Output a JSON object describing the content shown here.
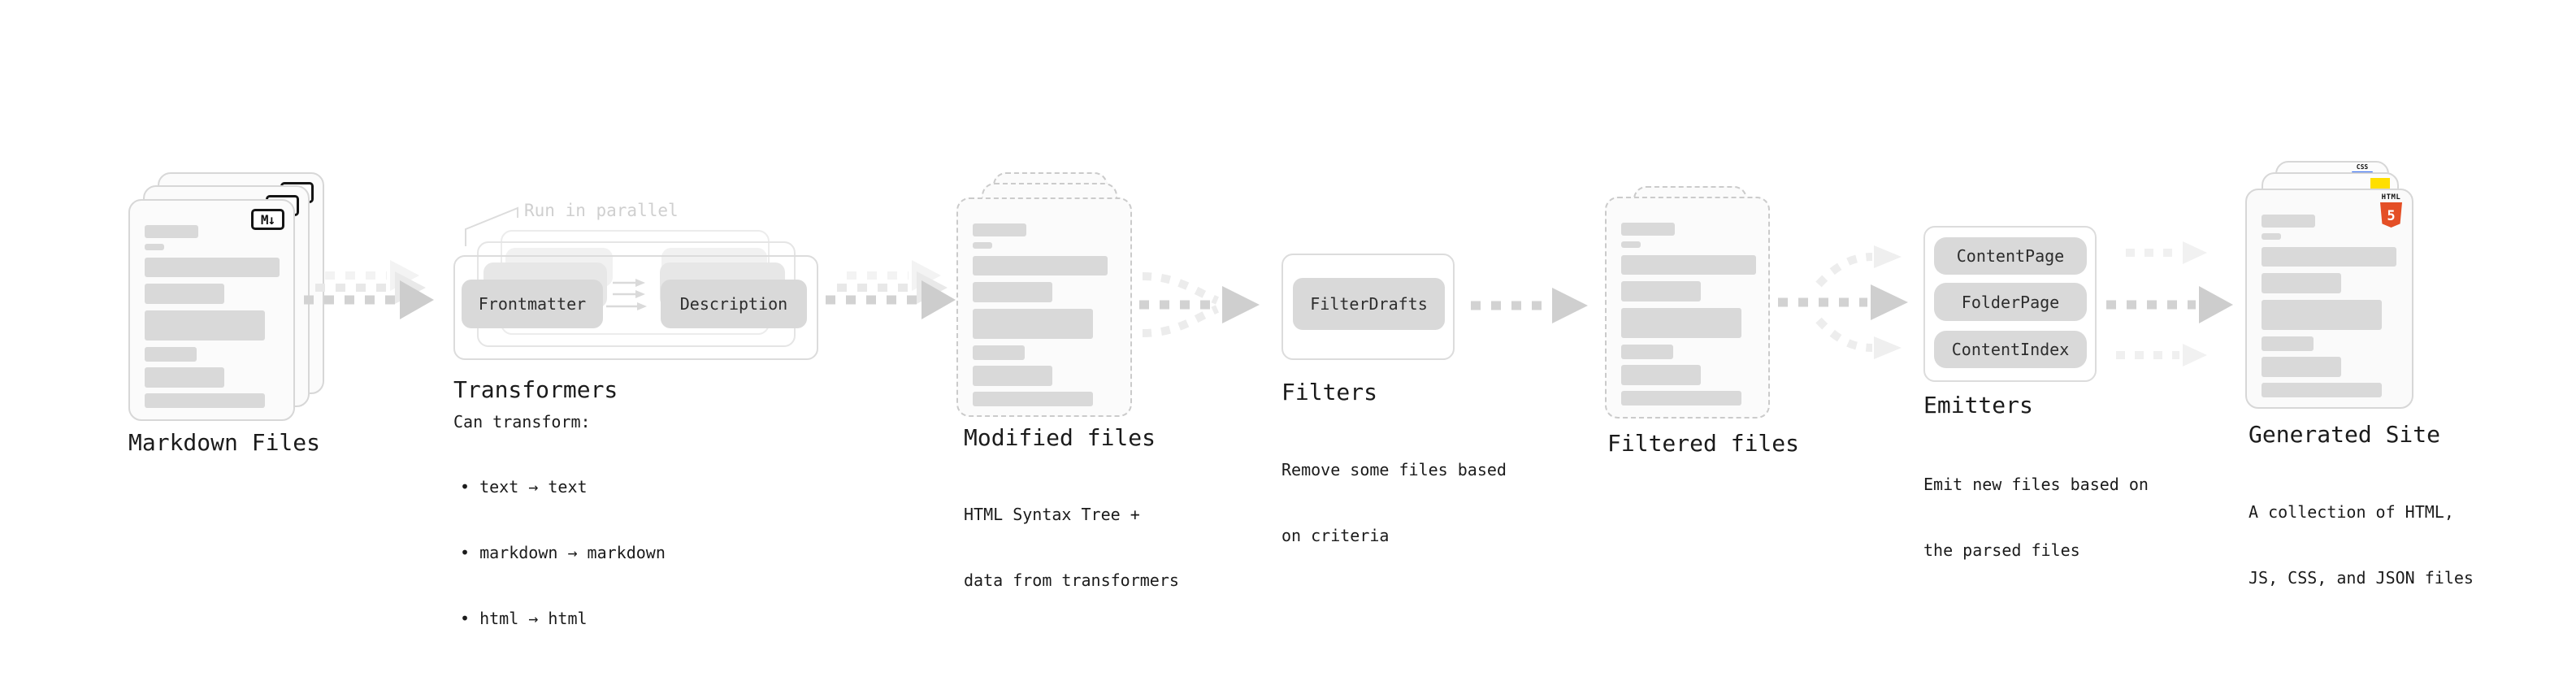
{
  "diagram": {
    "markdown_files": {
      "label": "Markdown Files",
      "badge": "M↓"
    },
    "transformers": {
      "annotation": "Run in parallel",
      "chip_from": "Frontmatter",
      "chip_to": "Description",
      "label": "Transformers",
      "caption_title": "Can transform:",
      "bullets": [
        "• text → text",
        "• markdown → markdown",
        "• html → html"
      ]
    },
    "modified_files": {
      "label": "Modified files",
      "caption": [
        "HTML Syntax Tree +",
        "data from transformers"
      ]
    },
    "filters": {
      "chip": "FilterDrafts",
      "label": "Filters",
      "caption": [
        "Remove some files based",
        "on criteria"
      ]
    },
    "filtered_files": {
      "label": "Filtered files"
    },
    "emitters": {
      "chips": [
        "ContentPage",
        "FolderPage",
        "ContentIndex"
      ],
      "label": "Emitters",
      "caption": [
        "Emit new files based on",
        "the parsed files"
      ]
    },
    "generated_site": {
      "label": "Generated Site",
      "caption": [
        "A collection of HTML,",
        "JS, CSS, and JSON files"
      ],
      "badge_css": "CSS",
      "badge_html_top": "HTML",
      "badge_html_number": "5"
    },
    "colors": {
      "html5_orange": "#e44f26",
      "js_yellow": "#ffdf00",
      "css_blue": "#2965f1",
      "bar_gray": "#d9d9d9",
      "arrow_gray": "#d2d2d2"
    }
  }
}
